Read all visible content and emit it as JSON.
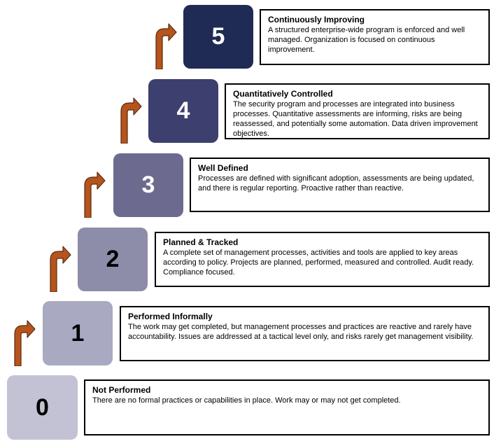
{
  "colors": {
    "arrow_fill": "#b5541c",
    "arrow_outline": "#5a2a0e",
    "box_border": "#000000"
  },
  "levels": [
    {
      "number": "0",
      "title": "Not Performed",
      "description": "There are no formal practices or capabilities in place. Work may or may not get  completed.",
      "square_color": "#c2c2d4",
      "number_color": "#000000"
    },
    {
      "number": "1",
      "title": "Performed Informally",
      "description": "The work may get completed, but management processes and practices are reactive and rarely have accountability. Issues are addressed at a tactical level only, and risks rarely get management visibility.",
      "square_color": "#a9a9c1",
      "number_color": "#000000"
    },
    {
      "number": "2",
      "title": "Planned & Tracked",
      "description": "A complete set of management processes, activities and tools are applied to key areas according to policy. Projects are planned, performed, measured and controlled. Audit ready. Compliance focused.",
      "square_color": "#8d8ca9",
      "number_color": "#000000"
    },
    {
      "number": "3",
      "title": "Well Defined",
      "description": "Processes are defined with significant adoption, assessments are being updated, and there is regular reporting. Proactive rather than reactive.",
      "square_color": "#6c6b8f",
      "number_color": "#ffffff"
    },
    {
      "number": "4",
      "title": "Quantitatively Controlled",
      "description": "The security program and processes are integrated into business processes. Quantitative assessments are informing, risks are being reassessed, and potentially some automation. Data driven improvement objectives.",
      "square_color": "#3d3f6f",
      "number_color": "#ffffff"
    },
    {
      "number": "5",
      "title": "Continuously Improving",
      "description": "A structured enterprise-wide program is enforced and well managed. Organization is focused on continuous improvement.",
      "square_color": "#1f2a55",
      "number_color": "#ffffff"
    }
  ]
}
